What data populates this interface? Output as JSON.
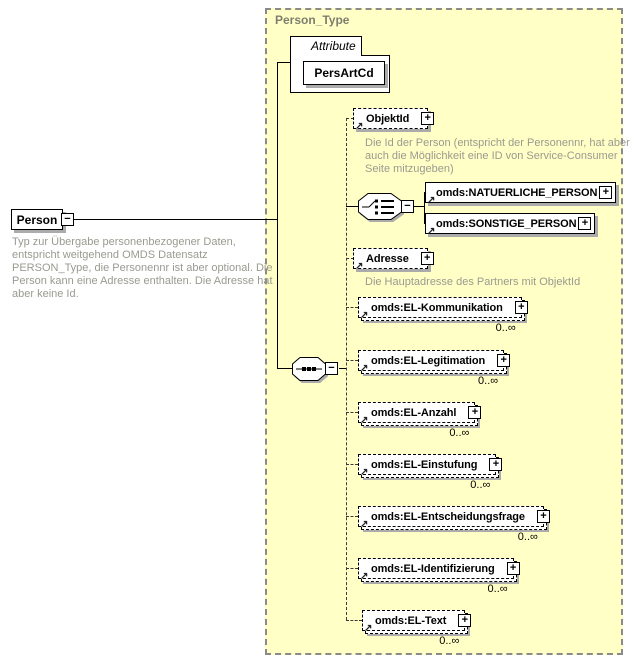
{
  "icons": {
    "expand": "+",
    "collapse": "−",
    "reference": "↗"
  },
  "person": {
    "label": "Person",
    "annotation": "Typ zur Übergabe personenbezogener Daten, entspricht weitgehend OMDS Datensatz PERSON_Type, die Personennr ist aber optional. Die Person kann eine Adresse enthalten. Die Adresse hat aber keine Id."
  },
  "type": {
    "title": "Person_Type",
    "attribute_section_label": "Attribute",
    "attributes": [
      {
        "name": "PersArtCd"
      }
    ],
    "elements": [
      {
        "name": "ObjektId",
        "annotation": "Die Id der Person (entspricht der Personennr, hat aber auch die Möglichkeit eine ID von Service-Consumer Seite mitzugeben)"
      },
      {
        "name": "omds:NATUERLICHE_PERSON"
      },
      {
        "name": "omds:SONSTIGE_PERSON"
      },
      {
        "name": "Adresse",
        "annotation": "Die Hauptadresse des Partners mit ObjektId"
      },
      {
        "name": "omds:EL-Kommunikation",
        "occurrence": "0..∞"
      },
      {
        "name": "omds:EL-Legitimation",
        "occurrence": "0..∞"
      },
      {
        "name": "omds:EL-Anzahl",
        "occurrence": "0..∞"
      },
      {
        "name": "omds:EL-Einstufung",
        "occurrence": "0..∞"
      },
      {
        "name": "omds:EL-Entscheidungsfrage",
        "occurrence": "0..∞"
      },
      {
        "name": "omds:EL-Identifizierung",
        "occurrence": "0..∞"
      },
      {
        "name": "omds:EL-Text",
        "occurrence": "0..∞"
      }
    ]
  }
}
